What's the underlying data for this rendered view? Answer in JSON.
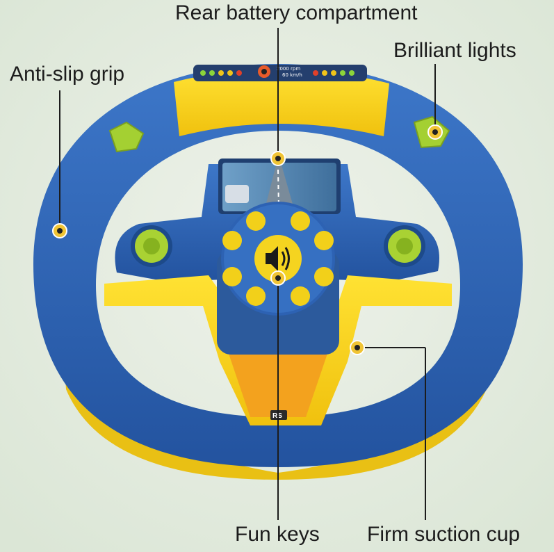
{
  "callouts": {
    "rear_battery": "Rear battery compartment",
    "brilliant_lights": "Brilliant lights",
    "anti_slip_grip": "Anti-slip grip",
    "fun_keys": "Fun keys",
    "suction_cup": "Firm suction cup"
  },
  "dashboard": {
    "rpm": "2000 rpm",
    "speed": "60 km/h"
  },
  "badge": "RS",
  "colors": {
    "background": "#e6ece1",
    "wheel_blue": "#2f63b3",
    "wheel_yellow": "#f3d21a",
    "marker": "#f0c434"
  }
}
